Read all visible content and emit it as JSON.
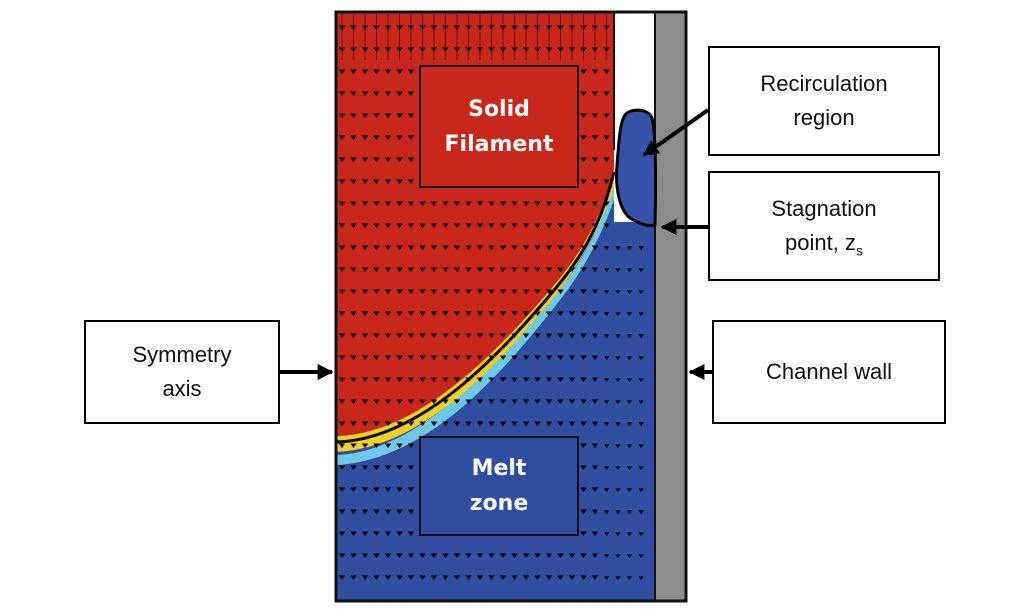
{
  "labels": {
    "solid_filament": [
      "Solid",
      "Filament"
    ],
    "melt_zone": [
      "Melt",
      "zone"
    ]
  },
  "callouts": {
    "recirculation": [
      "Recirculation",
      "region"
    ],
    "stagnation_main": "Stagnation",
    "stagnation_point": "point, z",
    "stagnation_subscript": "s",
    "symmetry_axis": [
      "Symmetry",
      "axis"
    ],
    "channel_wall": "Channel wall"
  },
  "colors": {
    "solid": "#c8281c",
    "melt": "#2f4ea0",
    "wall": "#8c8c8c",
    "interface_yellow": "#f0d020",
    "interface_cyan": "#6fc8e8",
    "solid_label_bg": "#c8281c",
    "melt_label_bg": "#2f4ea0"
  },
  "icons": {
    "flow_arrows": "downward-arrowhead-icon",
    "pointer_arrows": "arrow-icon"
  }
}
